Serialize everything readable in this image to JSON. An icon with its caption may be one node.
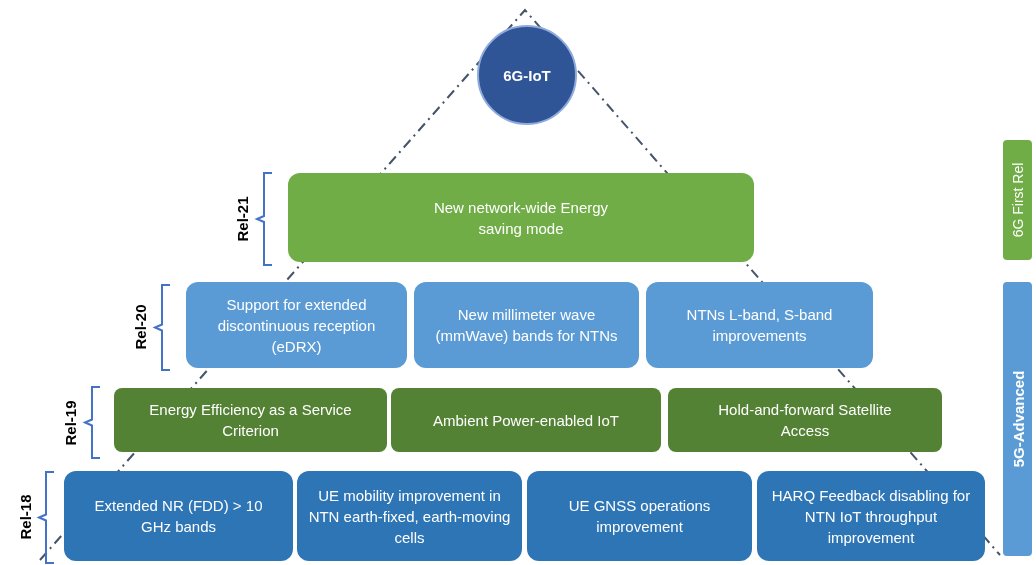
{
  "diagram": {
    "nodes": [
      {
        "text": [
          "6G-IoT"
        ]
      },
      {
        "text": [
          "New network-wide Energy saving mode"
        ]
      },
      {
        "text": [
          "Support for extended discontinuous reception (eDRX)"
        ]
      },
      {
        "text": [
          "New millimeter wave (mmWave) bands for NTNs"
        ]
      },
      {
        "text": [
          "NTNs L-band, S-band improvements"
        ]
      },
      {
        "text": [
          "Energy Efficiency as a Service Criterion"
        ]
      },
      {
        "text": [
          "Ambient Power-enabled IoT"
        ]
      },
      {
        "text": [
          "Hold-and-forward Satellite Access"
        ]
      },
      {
        "text": [
          "Extended NR (FDD) > 10 GHz bands"
        ]
      },
      {
        "text": [
          "UE mobility improvement in NTN earth-fixed, earth-moving cells"
        ]
      },
      {
        "text": [
          "UE GNSS operations improvement"
        ]
      },
      {
        "text": [
          "HARQ Feedback disabling for NTN IoT throughput improvement"
        ]
      },
      {
        "text": [
          "6G First Rel"
        ]
      },
      {
        "text": [
          "5G-Advanced"
        ]
      }
    ],
    "labels": [
      "Rel-21",
      "Rel-20",
      "Rel-19",
      "Rel-18"
    ]
  }
}
